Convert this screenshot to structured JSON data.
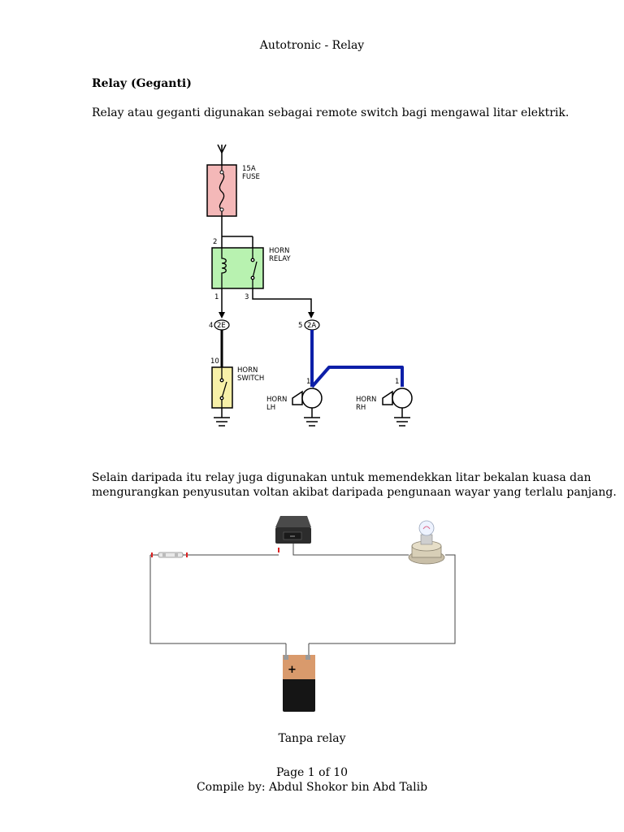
{
  "header": {
    "title": "Autotronic - Relay"
  },
  "section": {
    "heading": "Relay (Geganti)",
    "intro": "Relay atau geganti digunakan sebagai remote switch bagi mengawal litar elektrik.",
    "para2_line1": "Selain daripada itu relay juga digunakan untuk memendekkan litar bekalan kuasa dan",
    "para2_line2": "mengurangkan penyusutan voltan akibat daripada pengunaan wayar yang terlalu panjang."
  },
  "diagram1": {
    "fuse_line1": "15A",
    "fuse_line2": "FUSE",
    "relay_line1": "HORN",
    "relay_line2": "RELAY",
    "switch_line1": "HORN",
    "switch_line2": "SWITCH",
    "horn_lh_line1": "HORN",
    "horn_lh_line2": "LH",
    "horn_rh_line1": "HORN",
    "horn_rh_line2": "RH",
    "pin2": "2",
    "pin1": "1",
    "pin3": "3",
    "conn_a_num": "4",
    "conn_a_code": "2E",
    "conn_b_num": "5",
    "conn_b_code": "2A",
    "pin10": "10",
    "horn_lh_pin": "1",
    "horn_rh_pin": "1",
    "colors": {
      "fuse": "#f4b8b8",
      "relay": "#b8f2b0",
      "switch": "#f7f0a8",
      "blue_wire": "#0d1fa8"
    }
  },
  "diagram2": {
    "caption": "Tanpa relay",
    "battery_plus": "+"
  },
  "footer": {
    "page": "Page 1 of 10",
    "compiler": "Compile by: Abdul Shokor bin Abd Talib"
  }
}
